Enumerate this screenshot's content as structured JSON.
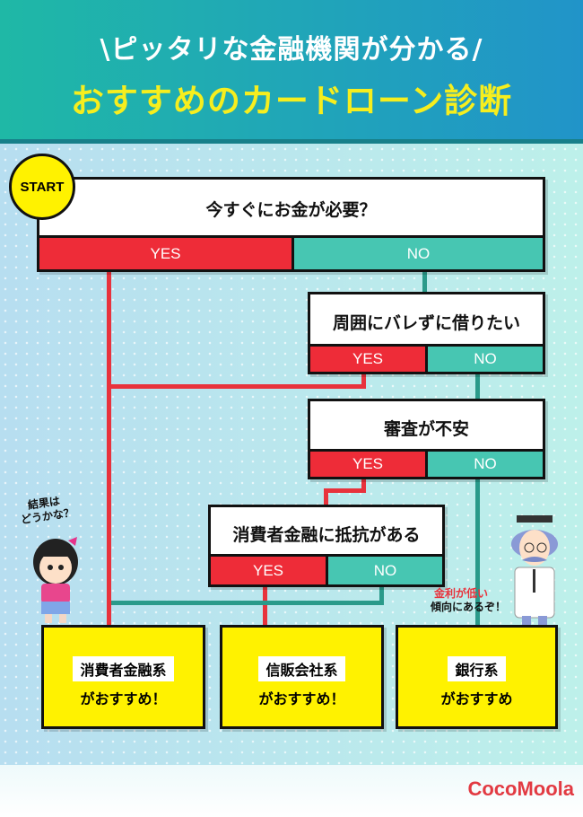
{
  "header": {
    "subtitle": "\\ピッタリな金融機関が分かる/",
    "title": "おすすめのカードローン診断"
  },
  "start_label": "START",
  "questions": [
    {
      "text": "今すぐにお金が必要？",
      "yes": "YES",
      "no": "NO"
    },
    {
      "text": "周囲にバレずに借りたい",
      "yes": "YES",
      "no": "NO"
    },
    {
      "text": "審査が不安",
      "yes": "YES",
      "no": "NO"
    },
    {
      "text": "消費者金融に抵抗がある",
      "yes": "YES",
      "no": "NO"
    }
  ],
  "results": [
    {
      "type": "消費者金融系",
      "recommend": "がおすすめ！"
    },
    {
      "type": "信販会社系",
      "recommend": "がおすすめ！"
    },
    {
      "type": "銀行系",
      "recommend": "がおすすめ"
    }
  ],
  "girl_speech": [
    "結果は",
    "どうかな？"
  ],
  "professor_speech": {
    "highlight": "金利が低い",
    "rest": "傾向にあるぞ！"
  },
  "logo": "CocoMoola",
  "colors": {
    "yes": "#ee2c38",
    "no": "#47c6b2",
    "result": "#fff200",
    "title": "#f6ee1e"
  }
}
